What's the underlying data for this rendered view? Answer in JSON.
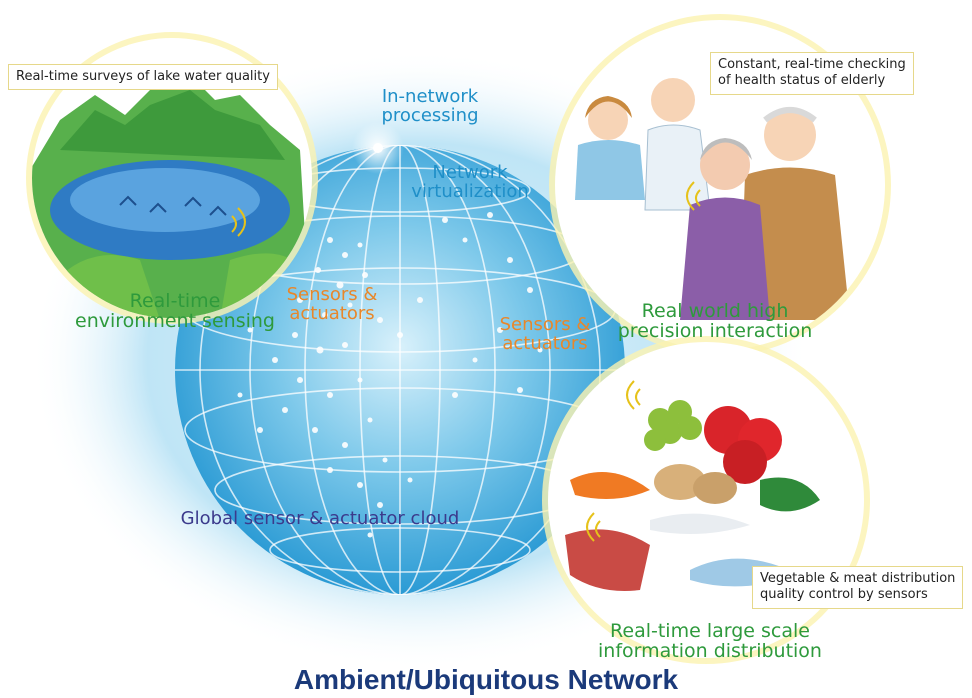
{
  "title": "Ambient/Ubiquitous Network",
  "center": {
    "in_network": "In-network processing",
    "in_network_line1": "In-network",
    "in_network_line2": "processing",
    "virtualization_line1": "Network",
    "virtualization_line2": "virtualization",
    "sensors_left_line1": "Sensors &",
    "sensors_left_line2": "actuators",
    "sensors_right_line1": "Sensors &",
    "sensors_right_line2": "actuators",
    "cloud": "Global sensor & actuator cloud"
  },
  "lake": {
    "callout": "Real-time surveys of lake water quality",
    "label_line1": "Real-time",
    "label_line2": "environment sensing"
  },
  "health": {
    "callout_line1": "Constant, real-time checking",
    "callout_line2": "of health status of elderly",
    "label_line1": "Real world high",
    "label_line2": "precision interaction"
  },
  "food": {
    "callout_line1": "Vegetable & meat distribution",
    "callout_line2": "quality control by sensors",
    "label_line1": "Real-time large scale",
    "label_line2": "information distribution"
  },
  "colors": {
    "green": "#2e9a3c",
    "orange": "#e8872a",
    "blue": "#1f8fc8",
    "navy": "#3b3a8c",
    "title": "#1b3a7a"
  }
}
